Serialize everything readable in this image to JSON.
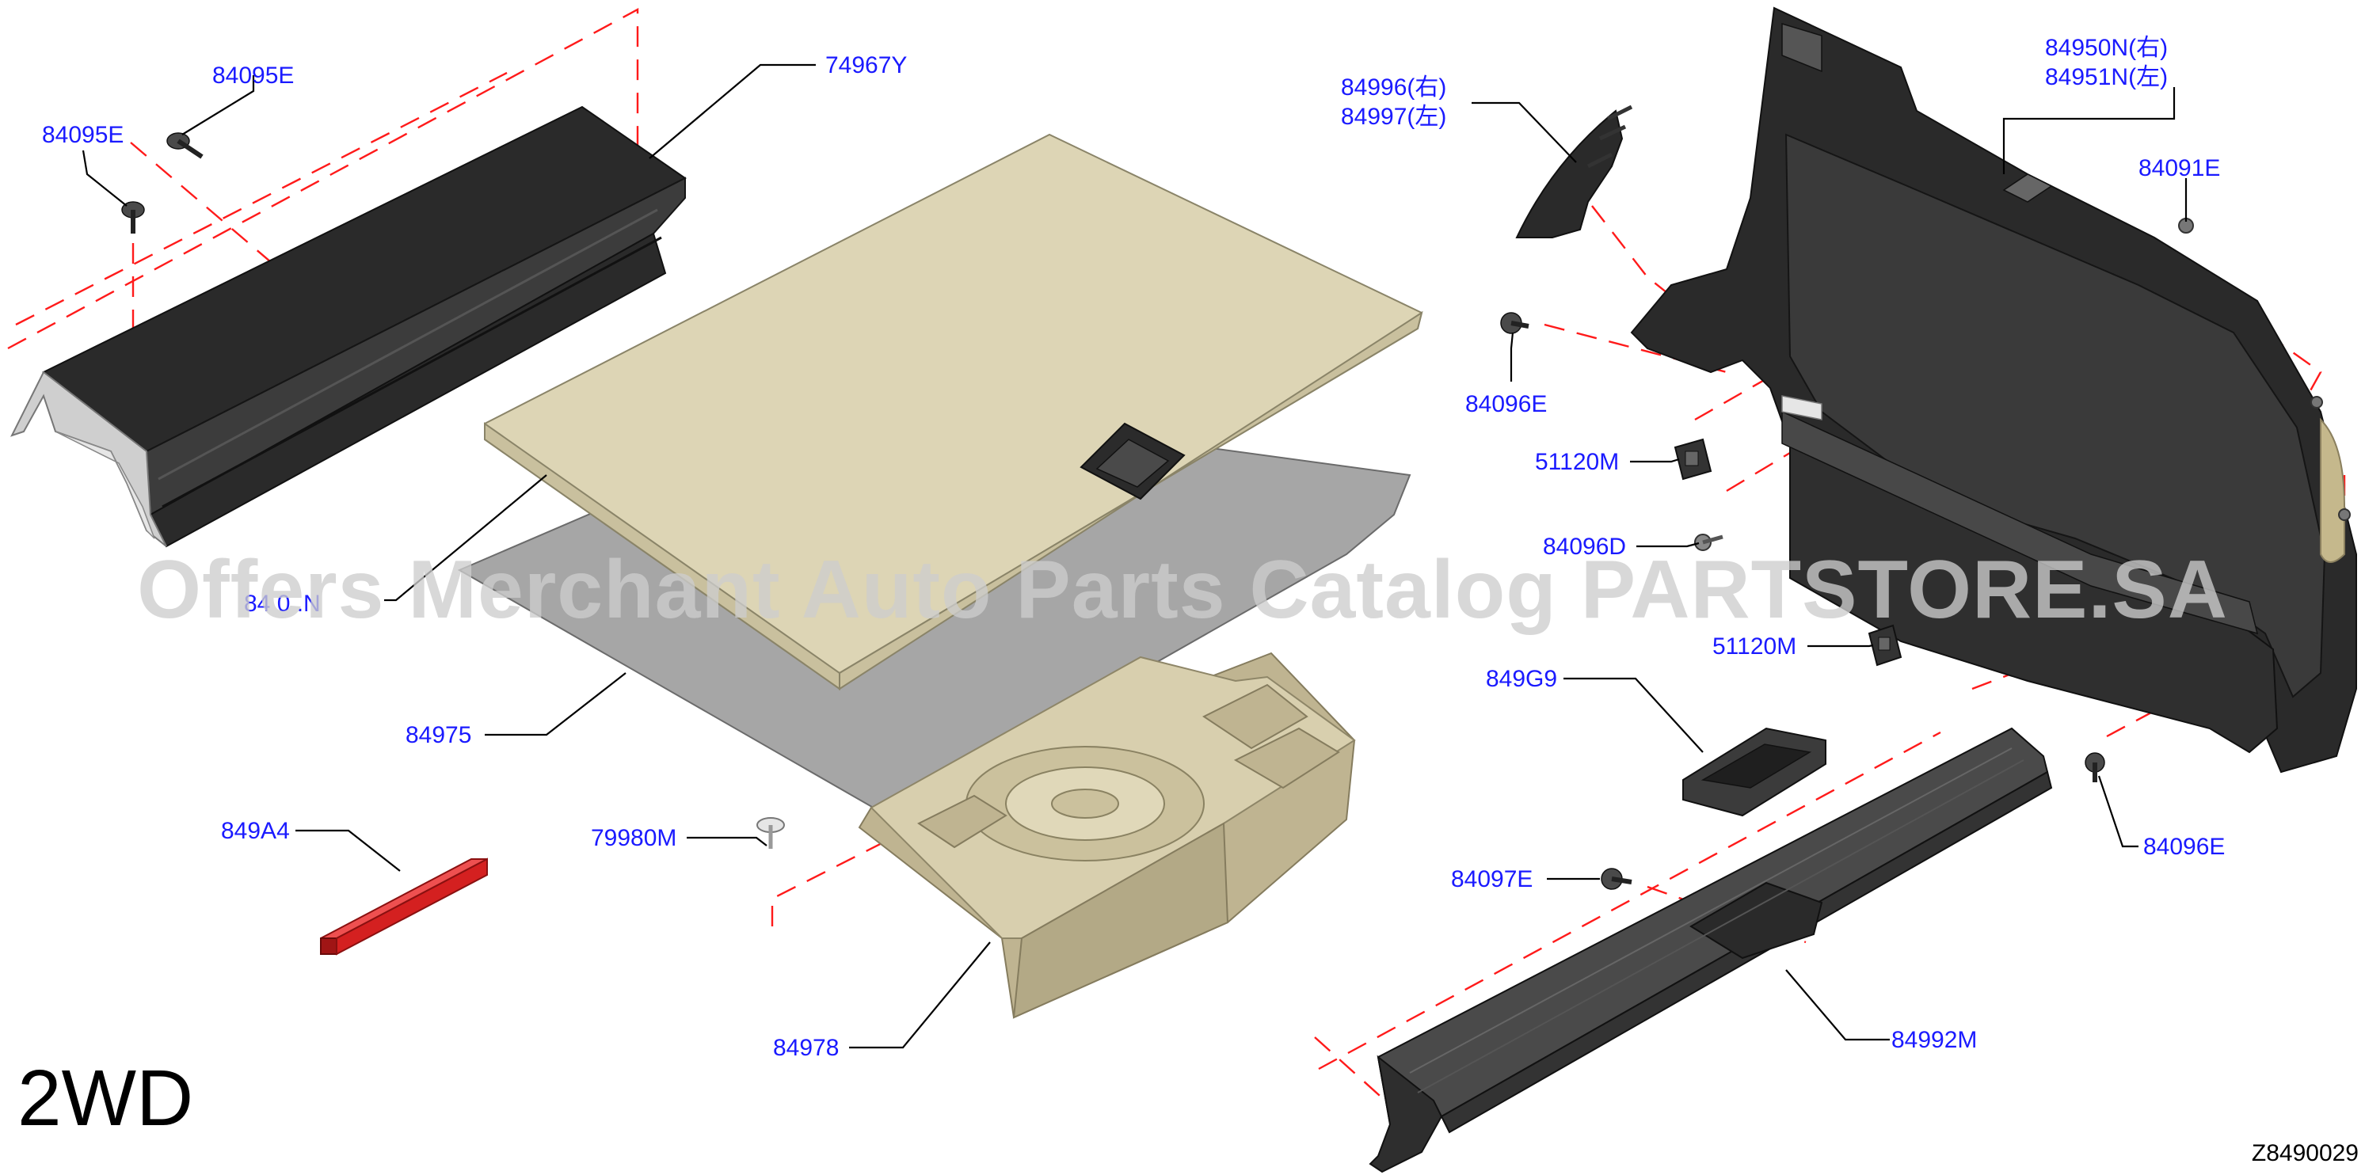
{
  "labels": {
    "p84095e_a": "84095E",
    "p84095e_b": "84095E",
    "p74967y": "74967Y",
    "p849x0n": "84 0 .N",
    "p84975": "84975",
    "p849a4": "849A4",
    "p79980m": "79980M",
    "p84978": "84978",
    "p84996": "84996(右)",
    "p84997": "84997(左)",
    "p84096e_a": "84096E",
    "p51120m_a": "51120M",
    "p84096d": "84096D",
    "p51120m_b": "51120M",
    "p849g9": "849G9",
    "p84097e": "84097E",
    "p84992m": "84992M",
    "p84950n": "84950N(右)",
    "p84951n": "84951N(左)",
    "p84091e": "84091E",
    "p84096e_b": "84096E"
  },
  "watermark": "Offers Merchant Auto Parts Catalog PARTSTORE.SA",
  "variant": "2WD",
  "diagram_code": "Z8490029",
  "colors": {
    "label_text": "#1a1aff",
    "leader_line": "#000000",
    "dashed_guide": "#ff1a1a",
    "highlighted_part": "#d42020",
    "board": "#ddd5b5",
    "trim": "#2a2a2a",
    "mat": "#a6a6a6"
  }
}
